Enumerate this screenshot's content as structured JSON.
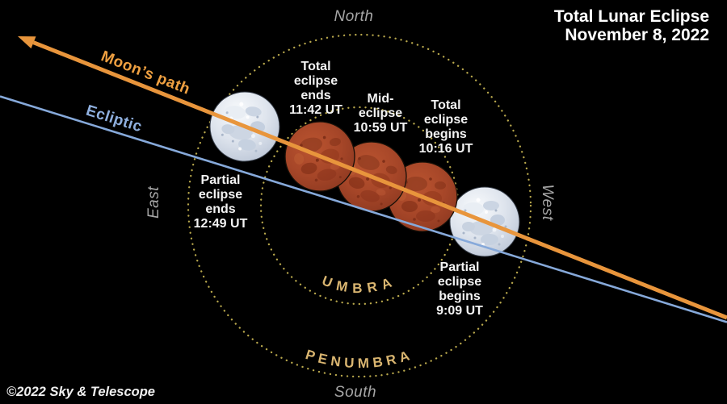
{
  "title": {
    "line1": "Total Lunar Eclipse",
    "line2": "November 8, 2022"
  },
  "compass": {
    "north": "North",
    "south": "South",
    "east": "East",
    "west": "West"
  },
  "paths": {
    "moons_path": "Moon’s path",
    "ecliptic": "Ecliptic"
  },
  "shadow": {
    "umbra": "UMBRA",
    "penumbra": "PENUMBRA"
  },
  "events": [
    {
      "name": "Partial eclipse ends",
      "time": "12:49 UT",
      "text": "Partial\neclipse\nends\n12:49 UT"
    },
    {
      "name": "Total eclipse ends",
      "time": "11:42 UT",
      "text": "Total\neclipse\nends\n11:42 UT"
    },
    {
      "name": "Mid-eclipse",
      "time": "10:59 UT",
      "text": "Mid-\neclipse\n10:59 UT"
    },
    {
      "name": "Total eclipse begins",
      "time": "10:16 UT",
      "text": "Total\neclipse\nbegins\n10:16 UT"
    },
    {
      "name": "Partial eclipse begins",
      "time": "9:09 UT",
      "text": "Partial\neclipse\nbegins\n9:09 UT"
    }
  ],
  "copyright": "©2022 Sky & Telescope",
  "colors": {
    "background": "#000000",
    "moons_path_orange": "#E8953C",
    "ecliptic_blue": "#86A9DA",
    "shadow_label_tan": "#D9B570",
    "shadow_dot_yellow": "#B9A84C",
    "eclipsed_moon_red": "#A64628",
    "full_moon_gray": "#DDE3EC",
    "compass_gray": "#A6A6A6",
    "text_white": "#FFFFFF"
  }
}
